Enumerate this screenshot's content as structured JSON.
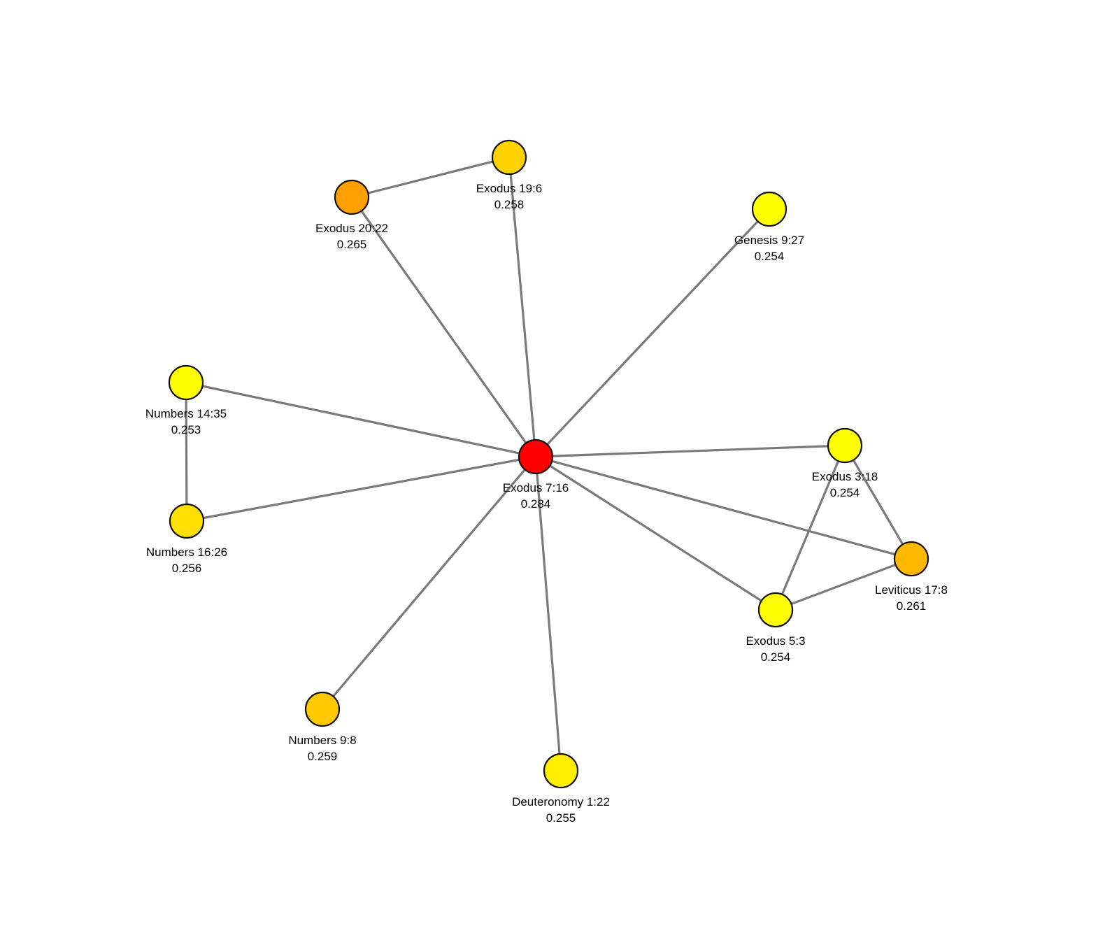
{
  "graph": {
    "nodes": [
      {
        "id": "ex716",
        "label": "Exodus 7:16",
        "score": "0.284",
        "color": "#ff0000"
      },
      {
        "id": "ex2022",
        "label": "Exodus 20:22",
        "score": "0.265",
        "color": "#ffa000"
      },
      {
        "id": "ex196",
        "label": "Exodus 19:6",
        "score": "0.258",
        "color": "#ffd300"
      },
      {
        "id": "gen927",
        "label": "Genesis 9:27",
        "score": "0.254",
        "color": "#ffff00"
      },
      {
        "id": "num1435",
        "label": "Numbers 14:35",
        "score": "0.253",
        "color": "#ffff00"
      },
      {
        "id": "num1626",
        "label": "Numbers 16:26",
        "score": "0.256",
        "color": "#ffe000"
      },
      {
        "id": "ex318",
        "label": "Exodus 3:18",
        "score": "0.254",
        "color": "#ffff00"
      },
      {
        "id": "lev178",
        "label": "Leviticus 17:8",
        "score": "0.261",
        "color": "#ffb800"
      },
      {
        "id": "ex53",
        "label": "Exodus 5:3",
        "score": "0.254",
        "color": "#ffff00"
      },
      {
        "id": "num98",
        "label": "Numbers 9:8",
        "score": "0.259",
        "color": "#ffc800"
      },
      {
        "id": "deu122",
        "label": "Deuteronomy 1:22",
        "score": "0.255",
        "color": "#ffee00"
      }
    ],
    "edges": [
      [
        "ex2022",
        "ex196"
      ],
      [
        "ex2022",
        "ex716"
      ],
      [
        "ex196",
        "ex716"
      ],
      [
        "gen927",
        "ex716"
      ],
      [
        "num1435",
        "ex716"
      ],
      [
        "num1435",
        "num1626"
      ],
      [
        "num1626",
        "ex716"
      ],
      [
        "ex318",
        "ex716"
      ],
      [
        "lev178",
        "ex716"
      ],
      [
        "ex53",
        "ex716"
      ],
      [
        "ex318",
        "ex53"
      ],
      [
        "ex318",
        "lev178"
      ],
      [
        "ex53",
        "lev178"
      ],
      [
        "num98",
        "ex716"
      ],
      [
        "deu122",
        "ex716"
      ]
    ]
  }
}
